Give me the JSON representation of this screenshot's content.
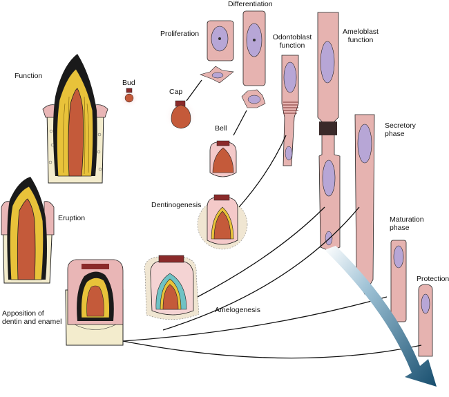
{
  "labels": {
    "function": "Function",
    "bud": "Bud",
    "cap": "Cap",
    "bell": "Bell",
    "proliferation": "Proliferation",
    "differentiation": "Differentiation",
    "odontoblast_line1": "Odontoblast",
    "odontoblast_line2": "function",
    "ameloblast_line1": "Ameloblast",
    "ameloblast_line2": "function",
    "secretory_line1": "Secretory",
    "secretory_line2": "phase",
    "eruption": "Eruption",
    "dentinogenesis": "Dentinogenesis",
    "maturation_line1": "Maturation",
    "maturation_line2": "phase",
    "protection": "Protection",
    "apposition_line1": "Apposition of",
    "apposition_line2": "dentin and enamel",
    "amelogenesis": "Amelogenesis"
  },
  "colors": {
    "enamel_dark": "#1a1a1a",
    "dentin_yellow": "#e8c23a",
    "pulp_red": "#c45a3a",
    "gum_pink": "#e9b6b6",
    "bone_cream": "#f3eccd",
    "cell_pink": "#e6b3b0",
    "nucleus_lilac": "#b7a6d6",
    "arrow_blue": "#1f5e80"
  }
}
